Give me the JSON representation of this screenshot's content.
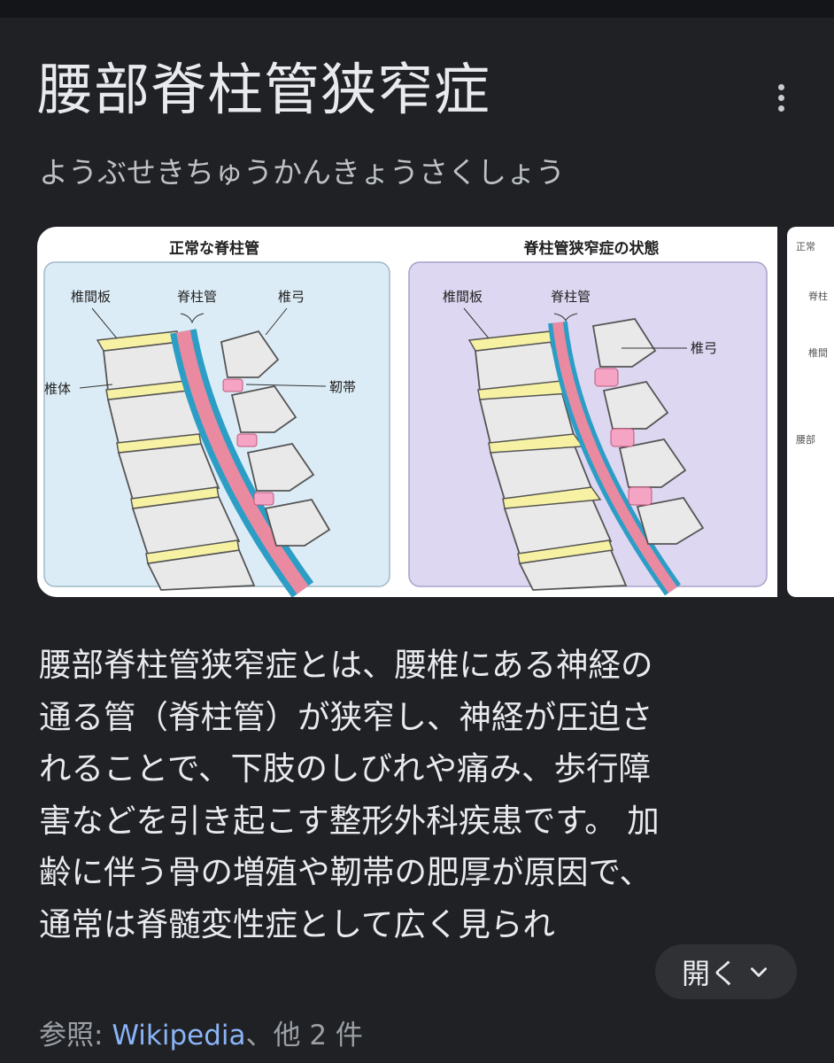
{
  "title": "腰部脊柱管狭窄症",
  "reading": "ようぶせきちゅうかんきょうさくしょう",
  "image": {
    "left_title": "正常な脊柱管",
    "right_title": "脊柱管狭窄症の状態",
    "labels": {
      "disc": "椎間板",
      "canal": "脊柱管",
      "arch": "椎弓",
      "body": "椎体",
      "ligament": "靭帯"
    },
    "colors": {
      "normal_panel": "#dcecf6",
      "stenosis_panel": "#ddd7f1",
      "bone": "#e9e9e9",
      "disc": "#f6f1a3",
      "canal_blue": "#2c9ec6",
      "nerve_pink": "#ea8aa0",
      "ligament_pink": "#f5a4c4"
    },
    "peek_labels": [
      "正常",
      "脊柱",
      "椎間",
      "腰部"
    ]
  },
  "snippet_lines": [
    "腰部脊柱管狭窄症とは、腰椎にある神経の",
    "通る管（脊柱管）が狭窄し、神経が圧迫さ",
    "れることで、下肢のしびれや痛み、歩行障",
    "害などを引き起こす整形外科疾患です。 加",
    "齢に伴う骨の増殖や靭帯の肥厚が原因で、",
    "通常は脊髄変性症として広く見られ"
  ],
  "expand_label": "開く",
  "refs": {
    "prefix": "参照: ",
    "source": "Wikipedia",
    "suffix": "、他 2 件"
  }
}
